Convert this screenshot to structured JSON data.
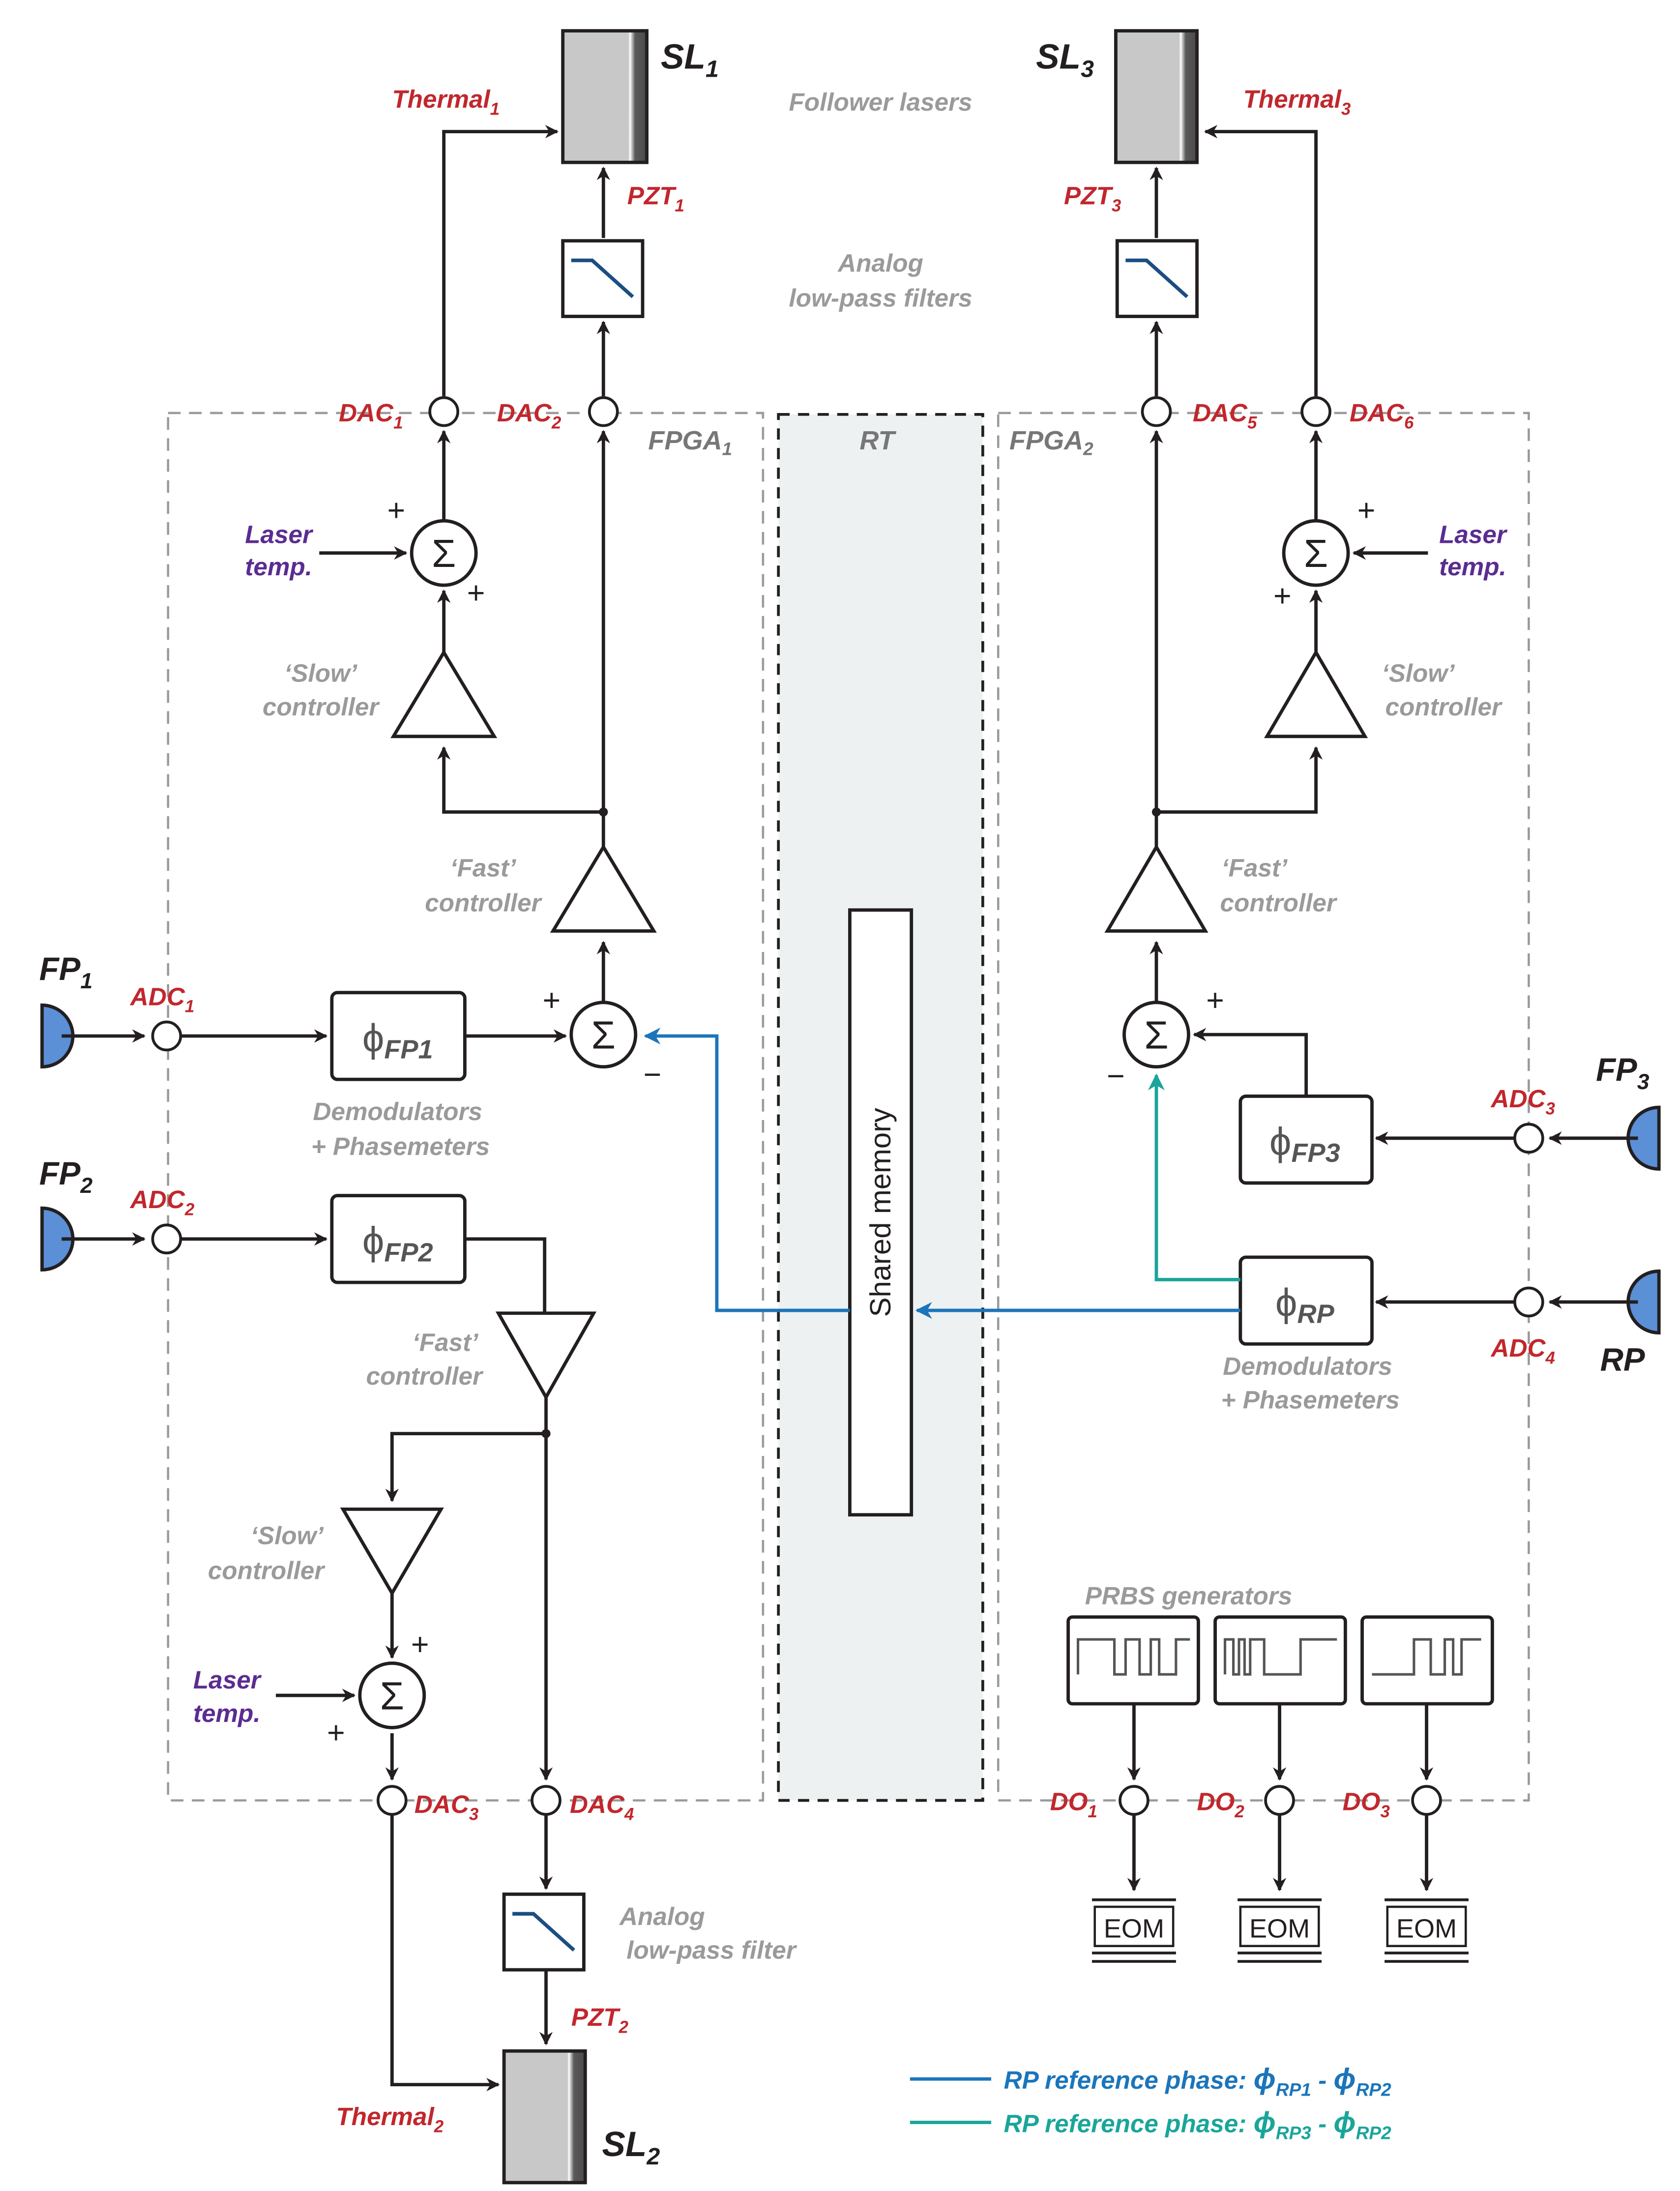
{
  "lasers": {
    "sl1": {
      "base": "SL",
      "sub": "1"
    },
    "sl2": {
      "base": "SL",
      "sub": "2"
    },
    "sl3": {
      "base": "SL",
      "sub": "3"
    },
    "follower": "Follower lasers"
  },
  "thermal": {
    "t1": {
      "base": "Thermal",
      "sub": "1"
    },
    "t2": {
      "base": "Thermal",
      "sub": "2"
    },
    "t3": {
      "base": "Thermal",
      "sub": "3"
    }
  },
  "pzt": {
    "p1": {
      "base": "PZT",
      "sub": "1"
    },
    "p2": {
      "base": "PZT",
      "sub": "2"
    },
    "p3": {
      "base": "PZT",
      "sub": "3"
    }
  },
  "filters": {
    "top_line1": "Analog",
    "top_line2": "low-pass filters",
    "bottom_line1": "Analog",
    "bottom_line2": "low-pass filter"
  },
  "dac": {
    "d1": {
      "base": "DAC",
      "sub": "1"
    },
    "d2": {
      "base": "DAC",
      "sub": "2"
    },
    "d3": {
      "base": "DAC",
      "sub": "3"
    },
    "d4": {
      "base": "DAC",
      "sub": "4"
    },
    "d5": {
      "base": "DAC",
      "sub": "5"
    },
    "d6": {
      "base": "DAC",
      "sub": "6"
    }
  },
  "adc": {
    "a1": {
      "base": "ADC",
      "sub": "1"
    },
    "a2": {
      "base": "ADC",
      "sub": "2"
    },
    "a3": {
      "base": "ADC",
      "sub": "3"
    },
    "a4": {
      "base": "ADC",
      "sub": "4"
    }
  },
  "fpga": {
    "f1": {
      "base": "FPGA",
      "sub": "1"
    },
    "f2": {
      "base": "FPGA",
      "sub": "2"
    },
    "rt": "RT"
  },
  "photodetectors": {
    "fp1": {
      "base": "FP",
      "sub": "1"
    },
    "fp2": {
      "base": "FP",
      "sub": "2"
    },
    "fp3": {
      "base": "FP",
      "sub": "3"
    },
    "rp": "RP"
  },
  "laser_temp": {
    "line1": "Laser",
    "line2": "temp."
  },
  "controllers": {
    "slow": "‘Slow’",
    "fast": "‘Fast’",
    "word": "controller"
  },
  "phasemeters": {
    "phi": "ϕ",
    "fp1": "FP1",
    "fp2": "FP2",
    "fp3": "FP3",
    "rp": "RP",
    "line1": "Demodulators",
    "line2": "+ Phasemeters"
  },
  "sum": {
    "symbol": "Σ",
    "plus": "+",
    "minus": "−"
  },
  "shared_memory": "Shared memory",
  "prbs": {
    "title": "PRBS generators"
  },
  "digital_out": {
    "o1": {
      "base": "DO",
      "sub": "1"
    },
    "o2": {
      "base": "DO",
      "sub": "2"
    },
    "o3": {
      "base": "DO",
      "sub": "3"
    },
    "eom": "EOM"
  },
  "legend": {
    "blue": {
      "text": "RP reference phase: ",
      "phi": "ϕ",
      "s1": "RP1",
      "sep": " - ",
      "s2": "RP2",
      "color": "#1b75bb"
    },
    "teal": {
      "text": "RP reference phase: ",
      "phi": "ϕ",
      "s1": "RP3",
      "sep": " - ",
      "s2": "RP2",
      "color": "#1aa59a"
    }
  }
}
